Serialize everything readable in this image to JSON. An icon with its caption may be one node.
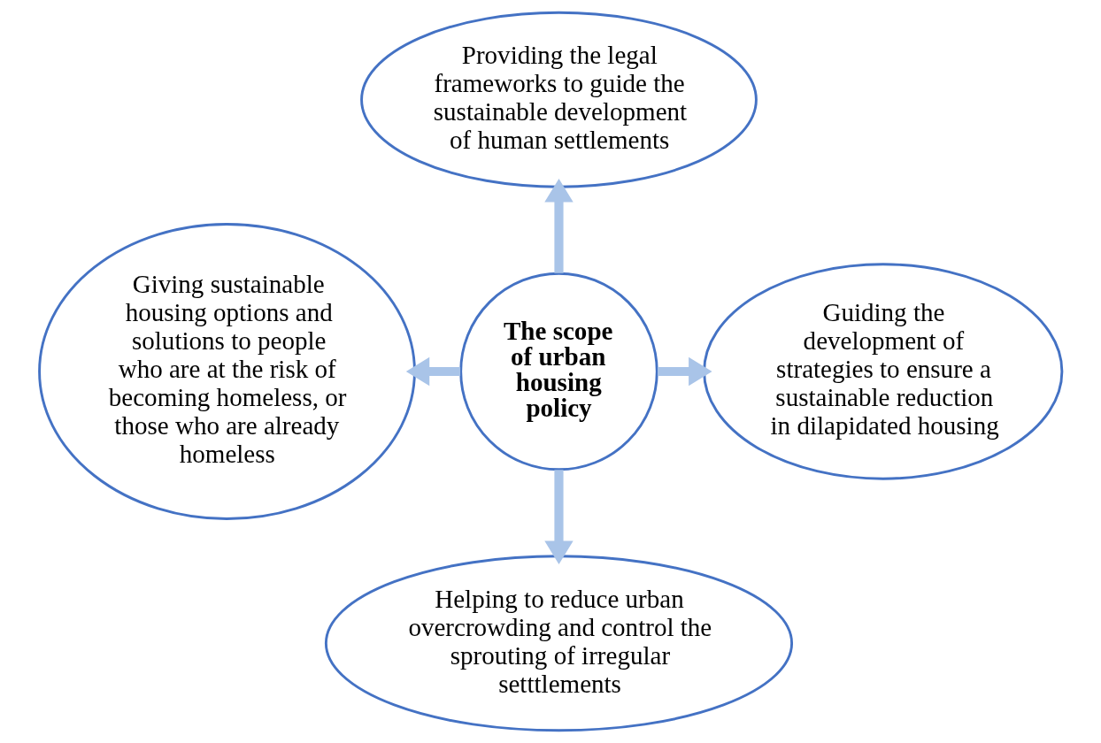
{
  "diagram": {
    "nodes": [
      {
        "text": [
          "The scope of urban housing policy"
        ]
      },
      {
        "text": [
          "Providing the legal frameworks to guide the sustainable development of human settlements"
        ]
      },
      {
        "text": [
          "Giving sustainable housing options and solutions to people who are at the risk of becoming homeless, or those who are already homeless"
        ]
      },
      {
        "text": [
          "Guiding the development of strategies to ensure a sustainable reduction in dilapidated housing"
        ]
      },
      {
        "text": [
          "Helping to reduce urban overcrowding and control the sprouting of irregular setttlements"
        ]
      }
    ],
    "edges": [
      {
        "from": 0,
        "to": 1,
        "arrow": "to"
      },
      {
        "from": 0,
        "to": 2,
        "arrow": "to"
      },
      {
        "from": 0,
        "to": 3,
        "arrow": "to"
      },
      {
        "from": 0,
        "to": 4,
        "arrow": "to"
      }
    ]
  }
}
